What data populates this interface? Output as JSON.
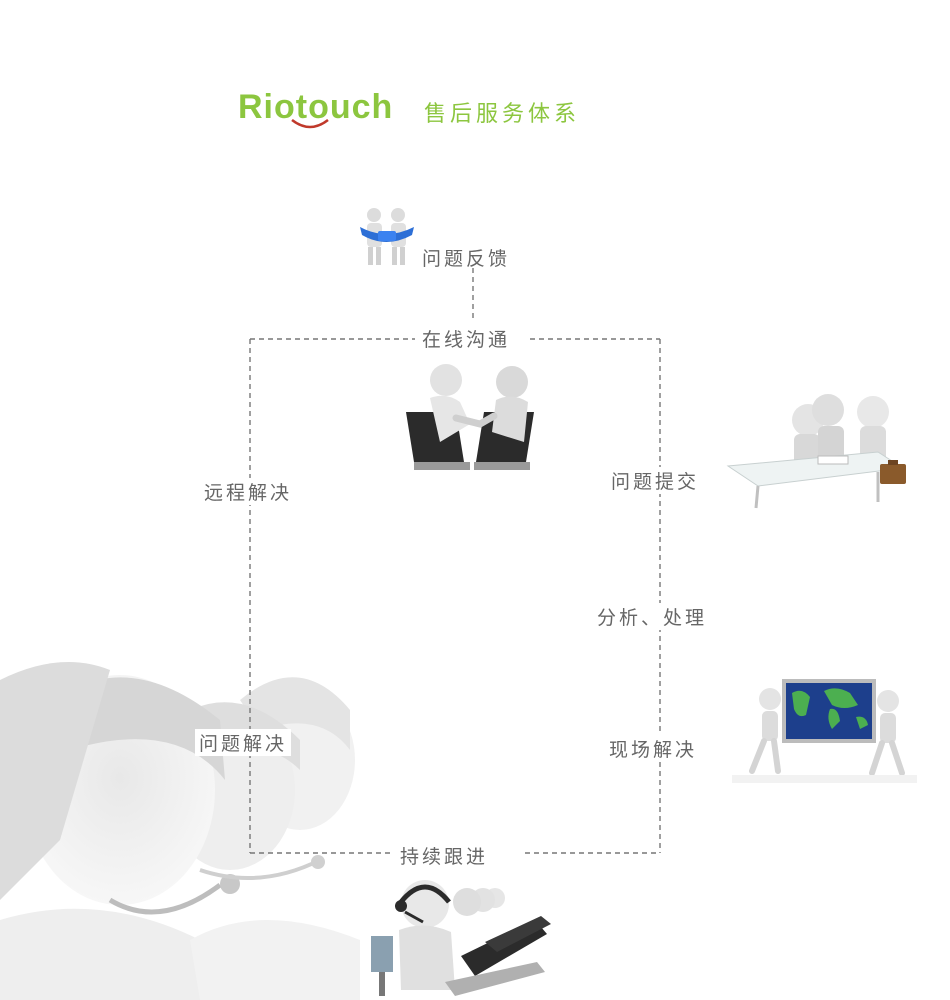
{
  "header": {
    "logo_text": "Riotouch",
    "title": "售后服务体系"
  },
  "colors": {
    "brand_green": "#8cc63f",
    "line_gray": "#777777",
    "label_gray": "#666666",
    "phone_blue": "#2d6fd6"
  },
  "nodes": {
    "feedback": "问题反馈",
    "online": "在线沟通",
    "remote": "远程解决",
    "submit": "问题提交",
    "analyze": "分析、处理",
    "onsite": "现场解决",
    "solved": "问题解决",
    "followup": "持续跟进"
  },
  "icons": {
    "feedback": "phone-figures-icon",
    "online": "handshake-laptops-icon",
    "submit": "meeting-table-icon",
    "onsite": "world-map-carry-icon",
    "followup": "call-center-icon",
    "background": "support-staff-photo"
  }
}
